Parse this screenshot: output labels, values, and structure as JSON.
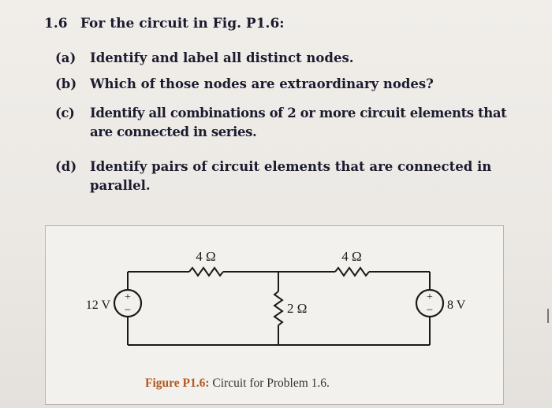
{
  "problem": {
    "number": "1.6",
    "statement": "For the circuit in Fig. P1.6:",
    "parts": [
      {
        "label": "(a)",
        "line1": "Identify and label all distinct nodes.",
        "line2": ""
      },
      {
        "label": "(b)",
        "line1": "Which of those nodes are extraordinary nodes?",
        "line2": ""
      },
      {
        "label": "(c)",
        "line1": "Identify all combinations of 2 or more circuit elements that",
        "line2": "are connected in series."
      },
      {
        "label": "(d)",
        "line1": "Identify pairs of circuit elements that are connected in",
        "line2": "parallel."
      }
    ]
  },
  "figure": {
    "source_left": {
      "value": "12 V",
      "plus": "+",
      "minus": "−"
    },
    "source_right": {
      "value": "8 V",
      "plus": "+",
      "minus": "−"
    },
    "resistors": [
      {
        "label": "4 Ω"
      },
      {
        "label": "4 Ω"
      },
      {
        "label": "2 Ω"
      }
    ],
    "caption_label": "Figure P1.6:",
    "caption_text": "Circuit for Problem 1.6.",
    "colors": {
      "wire": "#1a1a1a",
      "caption_label": "#b3581f",
      "source_ring": "#1a1a1a"
    }
  }
}
